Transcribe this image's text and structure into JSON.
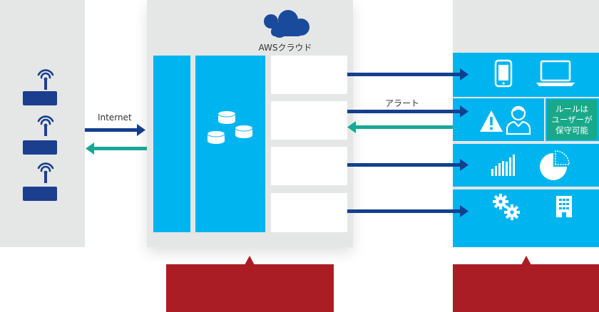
{
  "aws": {
    "label": "AWSクラウド"
  },
  "connections": {
    "internet_label": "Internet",
    "alert_label": "アラート"
  },
  "rule_box": {
    "line1": "ルールは",
    "line2": "ユーザーが",
    "line3": "保守可能"
  },
  "colors": {
    "panel_gray": "#e5e6e6",
    "cyan": "#00b5ef",
    "arrow_navy": "#133f8f",
    "arrow_teal": "#1aa795",
    "device_navy": "#1b3f8e",
    "rule_green": "#19a989",
    "red": "#ab1d24",
    "cloud_blue": "#1a4a9c"
  },
  "icons": [
    "wifi-device-icon",
    "cloud-icon",
    "database-icon",
    "smartphone-icon",
    "laptop-icon",
    "warning-icon",
    "user-icon",
    "bar-chart-icon",
    "pie-chart-icon",
    "gears-icon",
    "building-icon"
  ]
}
